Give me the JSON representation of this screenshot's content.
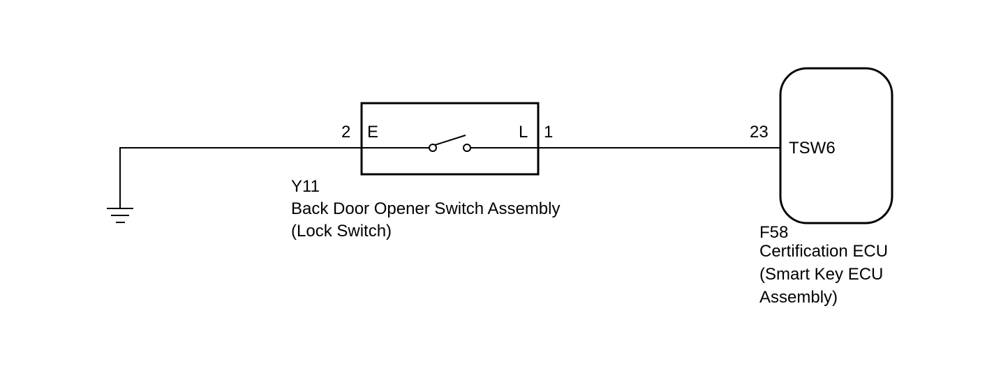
{
  "ground": {
    "icon": "ground-icon"
  },
  "switch": {
    "connector": "Y11",
    "name": "Back Door Opener Switch Assembly",
    "subtitle": "(Lock Switch)",
    "pin_left_number": "2",
    "pin_left_label": "E",
    "pin_right_number": "1",
    "pin_right_label": "L",
    "icon": "switch-contact-icon"
  },
  "ecu": {
    "connector": "F58",
    "name_line1": "Certification ECU",
    "name_line2": "(Smart Key ECU",
    "name_line3": "Assembly)",
    "pin_number": "23",
    "terminal_label": "TSW6"
  },
  "colors": {
    "line": "#000000",
    "background": "#ffffff"
  }
}
